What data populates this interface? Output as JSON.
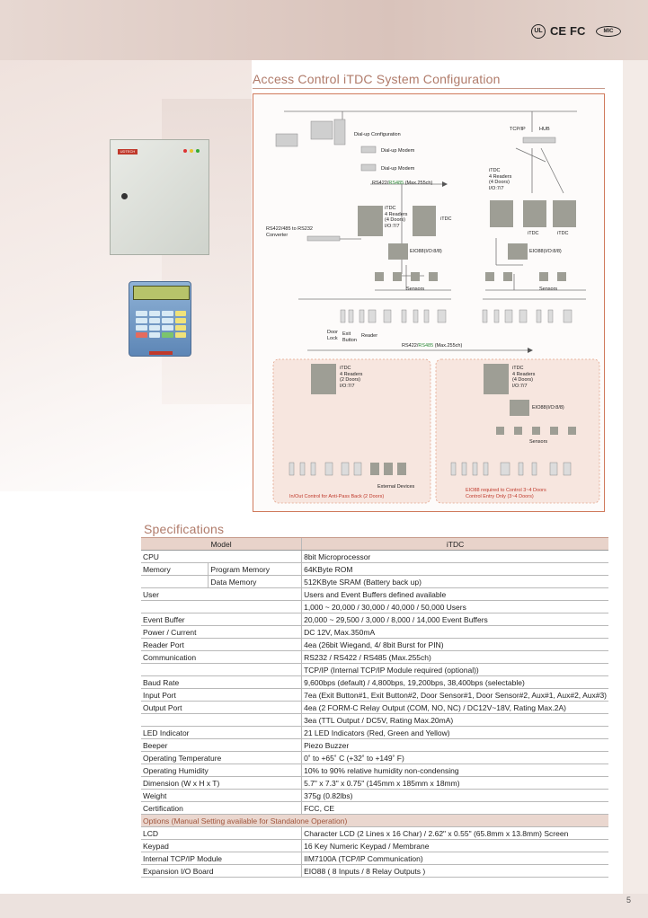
{
  "certifications": {
    "ul": "UL",
    "ce": "CE",
    "fcc": "FC",
    "mic": "MIC"
  },
  "diagram_title": "Access Control iTDC System Configuration",
  "specs_title": "Specifications",
  "page_number": "5",
  "product_images": {
    "cabinet_badge": "UDTECH",
    "keypad_badge": "UDTECH"
  },
  "diagram": {
    "dialup_config": "Dial-up Configuration",
    "dialup_modem_1": "Dial-up Modem",
    "dialup_modem_2": "Dial-up Modem",
    "rs422_top_a": "RS422/",
    "rs422_top_b": "RS485",
    "rs422_top_c": " (Max.255ch)",
    "converter": "RS422/485 to RS232\nConverter",
    "itdc_4readers_left": "iTDC\n4 Readers\n(4 Doors)\nI/O:7/7",
    "itdc_right_of_left": "iTDC",
    "eio_left": "EIO88(I/O:8/8)",
    "sensors_left": "Sensors",
    "door_lock": "Door\nLock",
    "exit_button": "Exit\nButton",
    "reader": "Reader",
    "tcpip": "TCP/IP",
    "hub": "HUB",
    "itdc_4readers_right": "iTDC\n4 Readers\n(4 Doors)\nI/O:7/7",
    "itdc_r1": "iTDC",
    "itdc_r2": "iTDC",
    "eio_right": "EIO88(I/O:8/8)",
    "sensors_right": "Sensors",
    "rs422_mid_a": "RS422/",
    "rs422_mid_b": "RS485",
    "rs422_mid_c": " (Max.255ch)",
    "itdc_2doors": "iTDC\n4 Readers\n(2 Doors)\nI/O:7/7",
    "external_devices": "External Devices",
    "inout_control": "In/Out Control for Anti-Pass Back (2 Doors)",
    "itdc_4doors_b": "iTDC\n4 Readers\n(4 Doors)\nI/O:7/7",
    "eio_b": "EIO88(I/O:8/8)",
    "sensors_b": "Sensors",
    "eio_required": "EIO88 required to Control 3~4 Doors\nControl Entry Only (3~4 Doors)"
  },
  "specs": {
    "header": {
      "model": "Model",
      "name": "iTDC"
    },
    "rows": [
      {
        "label": "CPU",
        "sub": "",
        "value": "8bit Microprocessor"
      },
      {
        "label": "Memory",
        "sub": "Program Memory",
        "value": "64KByte ROM"
      },
      {
        "label": "",
        "sub": "Data Memory",
        "value": "512KByte SRAM (Battery back up)"
      },
      {
        "label": "User",
        "sub": "",
        "value": "Users and Event Buffers defined available"
      },
      {
        "label": "",
        "sub": "",
        "value": "1,000 ~ 20,000 / 30,000 / 40,000 / 50,000 Users"
      },
      {
        "label": "Event Buffer",
        "sub": "",
        "value": "20,000 ~ 29,500 / 3,000 / 8,000 / 14,000 Event Buffers"
      },
      {
        "label": "Power / Current",
        "sub": "",
        "value": "DC 12V, Max.350mA"
      },
      {
        "label": "Reader Port",
        "sub": "",
        "value": "4ea (26bit Wiegand, 4/ 8bit Burst for PIN)"
      },
      {
        "label": "Communication",
        "sub": "",
        "value": "RS232 / RS422 / RS485 (Max.255ch)"
      },
      {
        "label": "",
        "sub": "",
        "value": "TCP/IP (Internal TCP/IP Module required (optional))"
      },
      {
        "label": "Baud Rate",
        "sub": "",
        "value": "9,600bps (default) / 4,800bps, 19,200bps, 38,400bps (selectable)"
      },
      {
        "label": "Input Port",
        "sub": "",
        "value": "7ea (Exit Button#1, Exit Button#2, Door Sensor#1, Door Sensor#2, Aux#1, Aux#2, Aux#3)"
      },
      {
        "label": "Output Port",
        "sub": "",
        "value": "4ea (2 FORM-C Relay Output (COM, NO, NC) / DC12V~18V, Rating Max.2A)"
      },
      {
        "label": "",
        "sub": "",
        "value": "3ea (TTL Output / DC5V, Rating Max.20mA)"
      },
      {
        "label": "LED Indicator",
        "sub": "",
        "value": "21 LED Indicators (Red, Green and Yellow)"
      },
      {
        "label": "Beeper",
        "sub": "",
        "value": "Piezo Buzzer"
      },
      {
        "label": "Operating Temperature",
        "sub": "",
        "value": "0˚ to +65˚ C (+32˚ to +149˚ F)"
      },
      {
        "label": "Operating Humidity",
        "sub": "",
        "value": "10% to 90% relative humidity non-condensing"
      },
      {
        "label": "Dimension (W x H x T)",
        "sub": "",
        "value": "5.7\" x 7.3\" x 0.75\" (145mm x 185mm x 18mm)"
      },
      {
        "label": "Weight",
        "sub": "",
        "value": "375g (0.82lbs)"
      },
      {
        "label": "Certification",
        "sub": "",
        "value": "FCC, CE"
      }
    ],
    "options_header": "Options (Manual Setting available for Standalone Operation)",
    "options": [
      {
        "label": "LCD",
        "value": "Character LCD (2 Lines x 16 Char) / 2.62\" x 0.55\" (65.8mm x 13.8mm) Screen"
      },
      {
        "label": "Keypad",
        "value": "16 Key Numeric Keypad / Membrane"
      },
      {
        "label": "Internal TCP/IP Module",
        "value": "IIM7100A (TCP/IP Communication)"
      },
      {
        "label": "Expansion I/O Board",
        "value": "EIO88 ( 8 Inputs / 8 Relay Outputs )"
      }
    ]
  }
}
